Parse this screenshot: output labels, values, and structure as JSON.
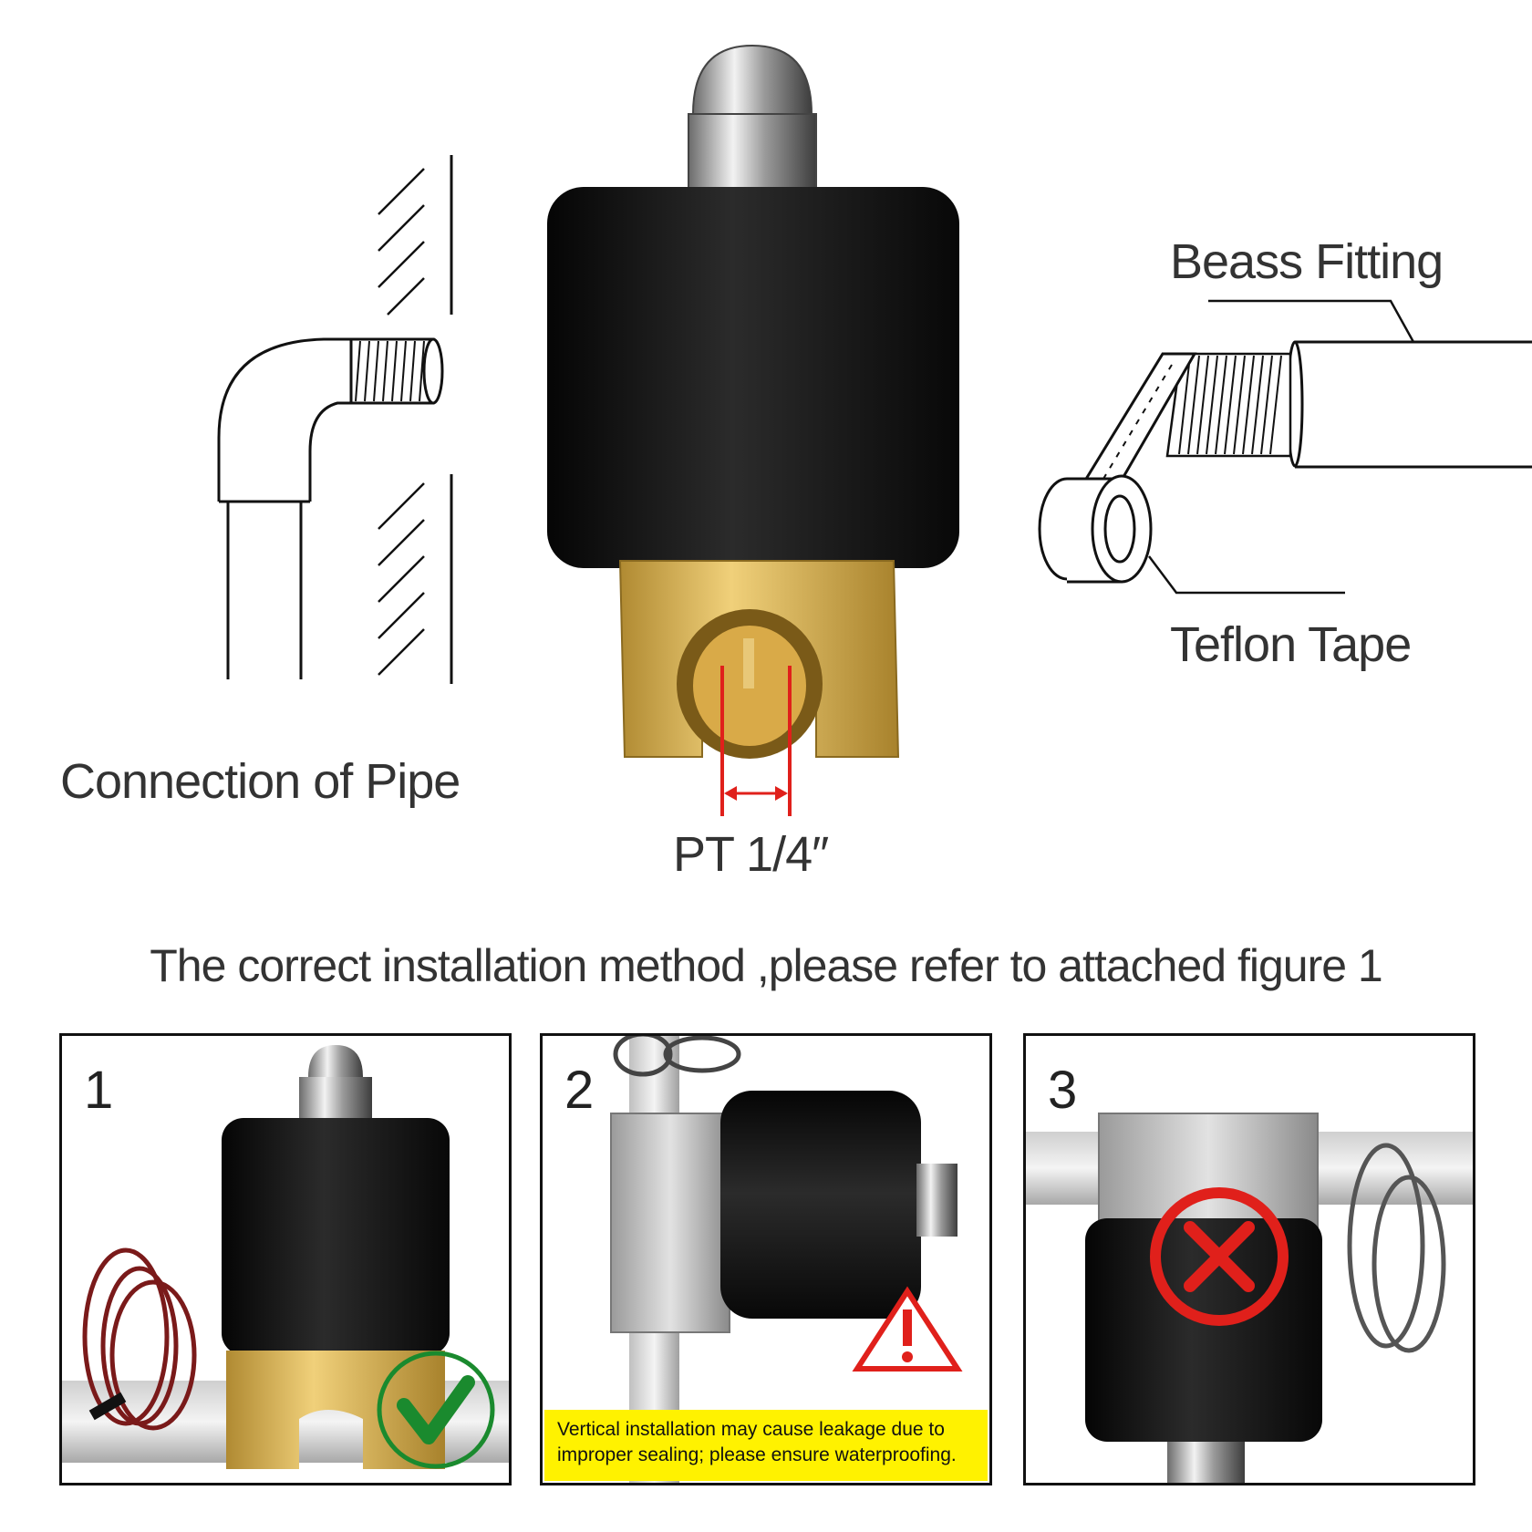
{
  "labels": {
    "connection_of_pipe": "Connection of Pipe",
    "beass_fitting": "Beass Fitting",
    "teflon_tape": "Teflon Tape",
    "port_size": "PT 1/4″"
  },
  "heading": "The correct installation method ,please refer to attached figure 1",
  "panels": [
    {
      "number": "1",
      "status": "correct",
      "mark": "check-mark-icon"
    },
    {
      "number": "2",
      "status": "warning",
      "mark": "warning-triangle-icon",
      "warning_text": "Vertical installation may cause leakage due to improper sealing; please ensure waterproofing."
    },
    {
      "number": "3",
      "status": "incorrect",
      "mark": "cross-mark-icon"
    }
  ],
  "colors": {
    "text": "#333333",
    "coil_black": "#111111",
    "brass": "#d9b256",
    "dimension_red": "#e0201b",
    "correct_green": "#1a8a2e",
    "warning_yellow": "#fff200"
  }
}
